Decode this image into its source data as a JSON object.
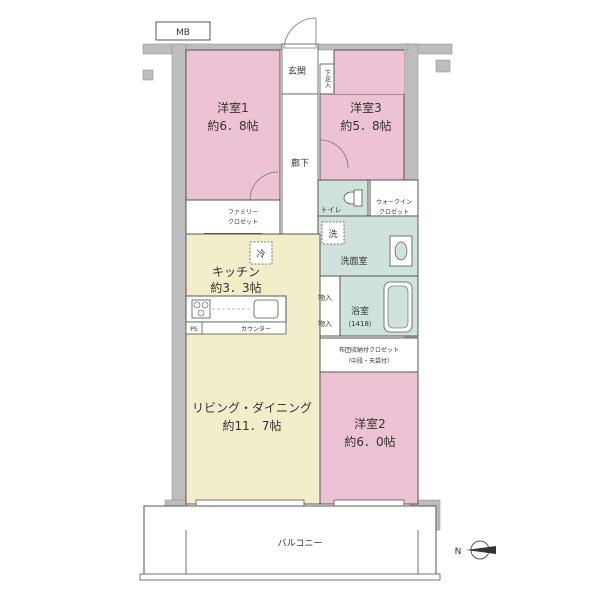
{
  "labels": {
    "mb": "MB",
    "genkan": "玄関",
    "shitabako": "下足入",
    "room1_name": "洋室1",
    "room1_size": "約6．8帖",
    "room3_name": "洋室3",
    "room3_size": "約5．8帖",
    "rouka": "廊下",
    "toilet": "トイレ",
    "wic_line1": "ウォークイン",
    "wic_line2": "クロゼット",
    "family_line1": "ファミリー",
    "family_line2": "クロゼット",
    "fridge": "冷",
    "wash": "洗",
    "washroom": "洗面室",
    "kitchen_name": "キッチン",
    "kitchen_size": "約3．3帖",
    "storage1": "物入",
    "storage2": "物入",
    "bath_name": "浴室",
    "bath_size": "（1418）",
    "ps": "PS",
    "counter": "カウンター",
    "futon_line1": "布団収納付クロゼット",
    "futon_line2": "（中段・天袋付）",
    "ldk_name": "リビング・ダイニング",
    "ldk_size": "約11．7帖",
    "room2_name": "洋室2",
    "room2_size": "約6．0帖",
    "balcony": "バルコニー",
    "north": "N"
  },
  "colors": {
    "bedroom": "#ecc2d4",
    "ldk": "#f2eeca",
    "wet": "#cfe2dc",
    "wall": "#bdbdbd",
    "line": "#555555"
  }
}
